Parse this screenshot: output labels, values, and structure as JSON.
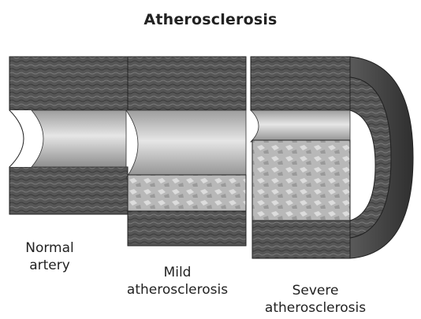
{
  "title": "Atherosclerosis",
  "labels": {
    "normal": "Normal\nartery",
    "mild": "Mild\natherosclerosis",
    "severe": "Severe\natherosclerosis"
  },
  "colors": {
    "wall_dark": "#4a4a4a",
    "wall_mid": "#6b6b6b",
    "lumen_light": "#d8d8d8",
    "plaque": "#bdbdbd"
  }
}
